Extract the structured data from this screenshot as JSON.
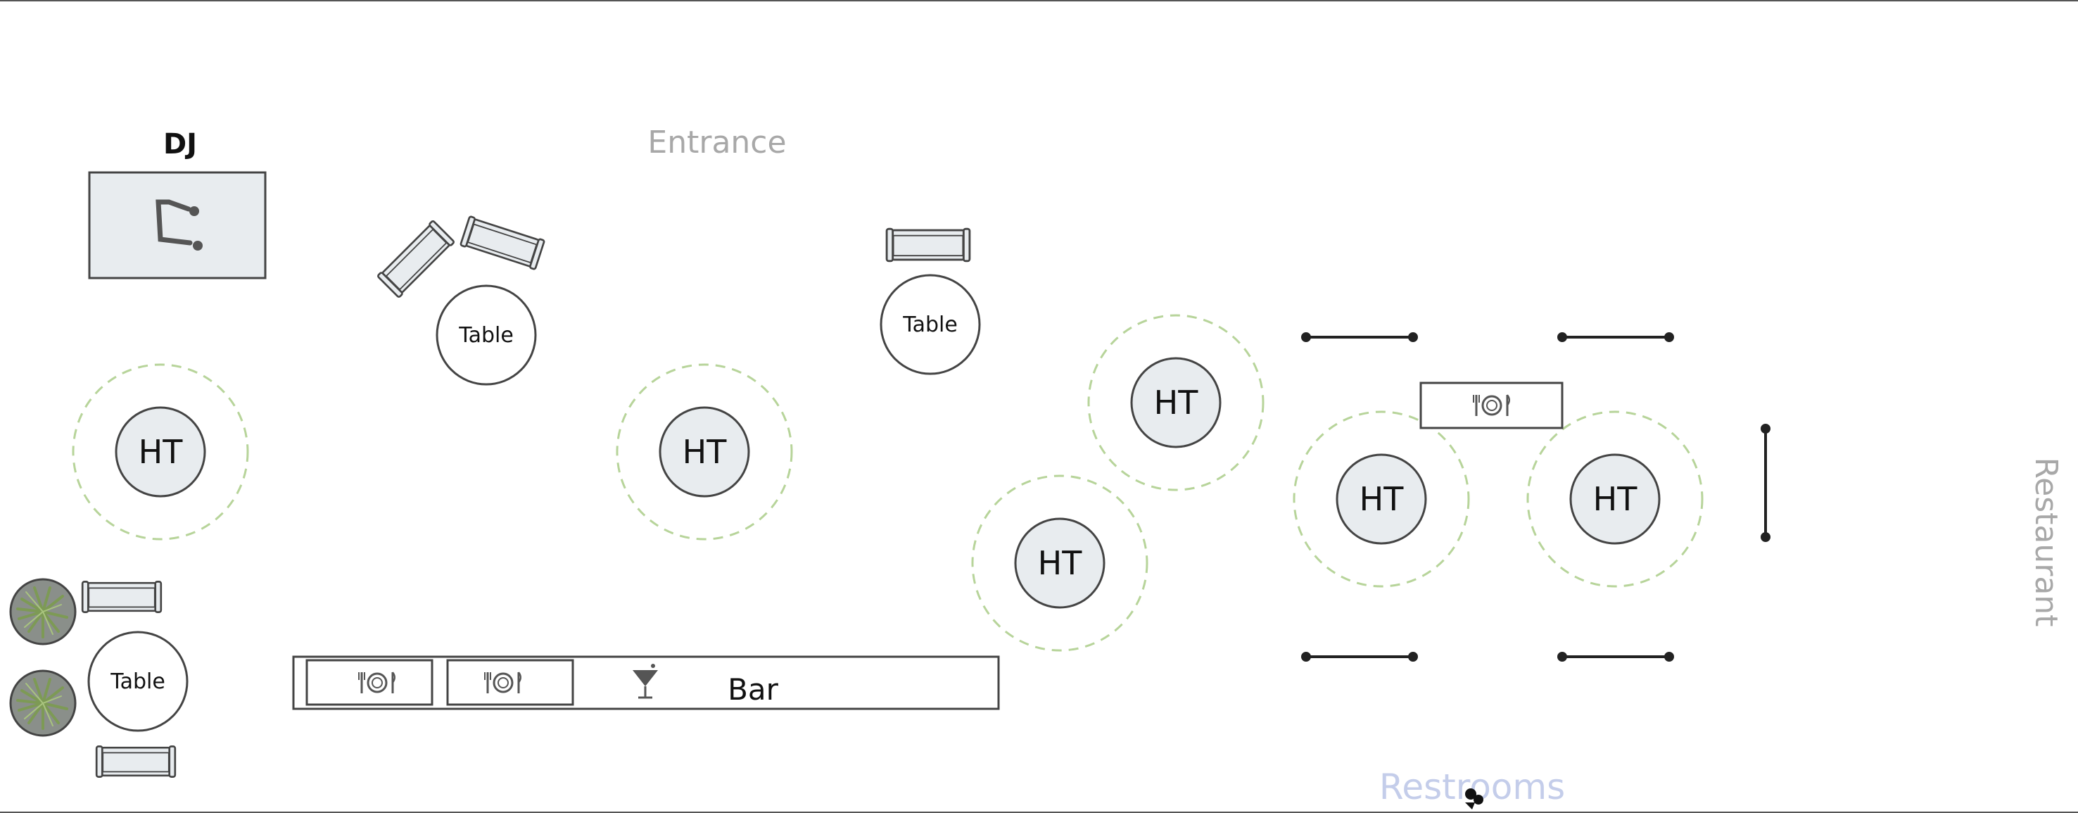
{
  "labels": {
    "dj": "DJ",
    "entrance": "Entrance",
    "bar": "Bar",
    "restaurant": "Restaurant",
    "restrooms": "Restrooms"
  },
  "round_tables": [
    {
      "id": "table-top-left",
      "label": "Table"
    },
    {
      "id": "table-top-right",
      "label": "Table"
    },
    {
      "id": "table-bottom-left",
      "label": "Table"
    }
  ],
  "high_tops": [
    {
      "id": "ht-1",
      "label": "HT"
    },
    {
      "id": "ht-2",
      "label": "HT"
    },
    {
      "id": "ht-3",
      "label": "HT"
    },
    {
      "id": "ht-4",
      "label": "HT"
    },
    {
      "id": "ht-5",
      "label": "HT"
    },
    {
      "id": "ht-6",
      "label": "HT"
    }
  ],
  "icons": {
    "dj": "dj-booth-icon",
    "food": "fork-plate-knife-icon",
    "cocktail": "cocktail-glass-icon",
    "plant": "potted-plant-icon",
    "restroom": "restroom-icon"
  },
  "colors": {
    "furniture_fill": "#e8ecef",
    "outline": "#444444",
    "halo": "#b7d49a",
    "muted_label": "#a8a8a8",
    "restrooms_label": "#c4cdea",
    "plant_green": "#7d9a55"
  }
}
